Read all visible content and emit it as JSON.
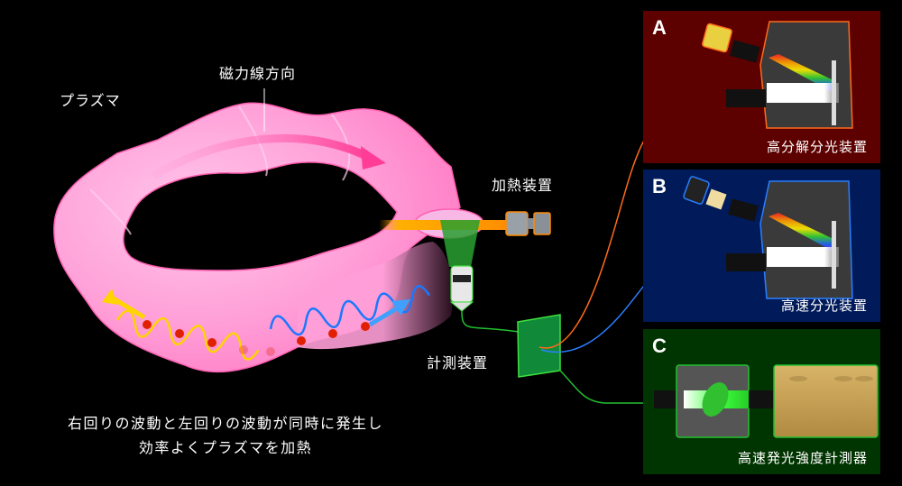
{
  "labels": {
    "plasma": "プラズマ",
    "magnetic_direction": "磁力線方向",
    "heating_device": "加熱装置",
    "measurement_device": "計測装置"
  },
  "caption": {
    "line1": "右回りの波動と左回りの波動が同時に発生し",
    "line2": "効率よくプラズマを加熱"
  },
  "panels": [
    {
      "letter": "A",
      "caption": "高分解分光装置",
      "bg": "#5c0000",
      "outline": "#ff6a1a"
    },
    {
      "letter": "B",
      "caption": "高速分光装置",
      "bg": "#001a5a",
      "outline": "#2a7fff"
    },
    {
      "letter": "C",
      "caption": "高速発光強度計測器",
      "bg": "#003400",
      "outline": "#22c030"
    }
  ],
  "colors": {
    "plasma": "#ff9fd8",
    "plasma_edge": "#ff5fb0",
    "field_arrow": "#ff3d96",
    "heating_beam": "#ff9a00",
    "observation_cone": "#28a030",
    "wave_left": "#ffd400",
    "wave_right": "#1a78ff",
    "particle": "#e02000",
    "fiber_a": "#ff6a1a",
    "fiber_b": "#2a7fff",
    "fiber_c": "#22c030"
  }
}
